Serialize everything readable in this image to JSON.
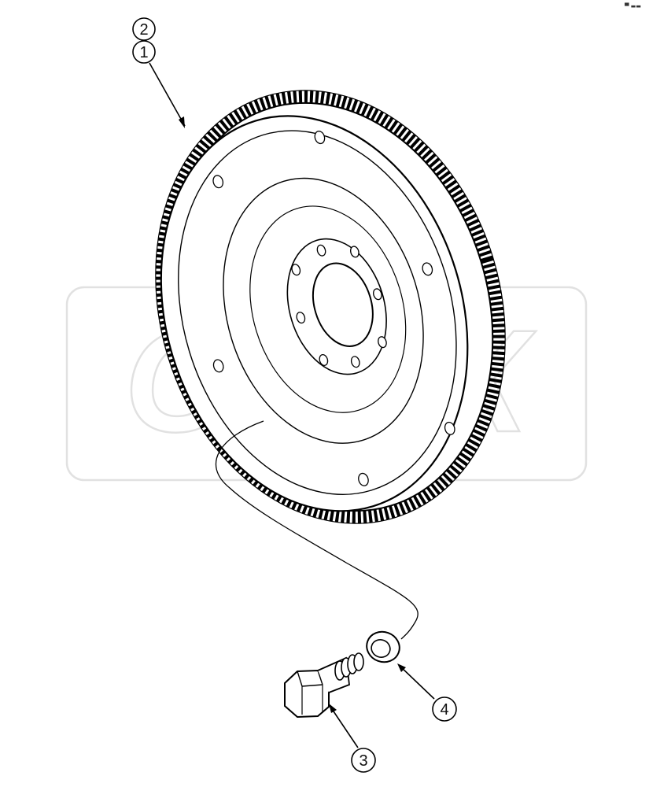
{
  "diagram": {
    "corner_mark": "▀ ▬▬",
    "watermark_text": "OPEX",
    "callouts": [
      {
        "id": "1",
        "label": "1"
      },
      {
        "id": "2",
        "label": "2"
      },
      {
        "id": "3",
        "label": "3"
      },
      {
        "id": "4",
        "label": "4"
      }
    ],
    "parts": [
      {
        "name": "flywheel-with-ring-gear",
        "icon": "flywheel-icon"
      },
      {
        "name": "bolt",
        "icon": "bolt-icon"
      },
      {
        "name": "washer",
        "icon": "washer-icon"
      }
    ]
  }
}
